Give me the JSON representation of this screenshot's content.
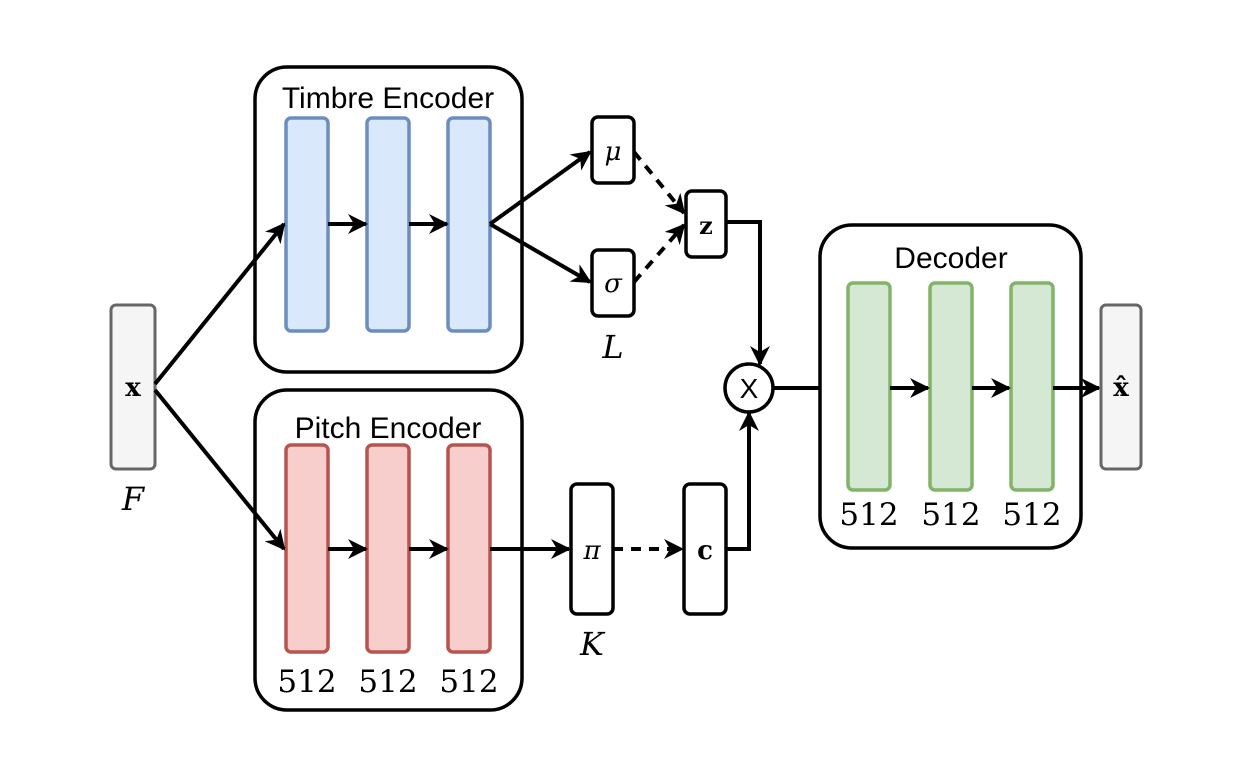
{
  "input": {
    "symbol": "x",
    "dim_label": "F"
  },
  "timbre_encoder": {
    "title": "Timbre Encoder"
  },
  "pitch_encoder": {
    "title": "Pitch Encoder",
    "units": [
      "512",
      "512",
      "512"
    ]
  },
  "decoder": {
    "title": "Decoder",
    "units": [
      "512",
      "512",
      "512"
    ]
  },
  "latent": {
    "mu": "μ",
    "sigma": "σ",
    "z": "z",
    "dim_label": "L"
  },
  "pitch": {
    "pi": "π",
    "c": "c",
    "dim_label": "K"
  },
  "combine": {
    "symbol": "X"
  },
  "output": {
    "symbol": "x̂"
  },
  "colors": {
    "timbre_fill": "#dae8fc",
    "timbre_stroke": "#6c8ebf",
    "pitch_fill": "#f8cecc",
    "pitch_stroke": "#b85450",
    "decoder_fill": "#d5e8d4",
    "decoder_stroke": "#82b366",
    "io_fill": "#f5f5f5",
    "io_stroke": "#666666"
  }
}
